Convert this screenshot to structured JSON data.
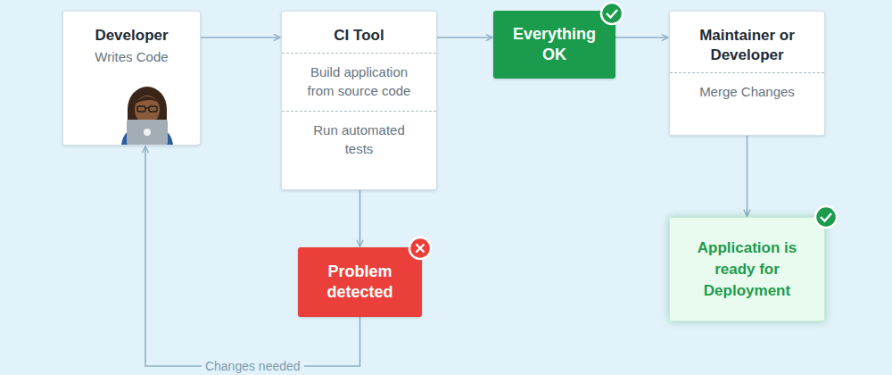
{
  "diagram": {
    "nodes": [
      {
        "text": [
          "Developer",
          "Writes Code"
        ]
      },
      {
        "text": [
          "CI Tool",
          "Build application from source code",
          "Run automated tests"
        ]
      },
      {
        "text": [
          "Everything OK"
        ]
      },
      {
        "text": [
          "Maintainer or Developer",
          "Merge Changes"
        ]
      },
      {
        "text": [
          "Problem detected"
        ]
      },
      {
        "text": [
          "Application is ready for Deployment"
        ]
      }
    ],
    "edges": [
      {
        "from": 0,
        "to": 1,
        "arrow": "to"
      },
      {
        "from": 1,
        "to": 2,
        "arrow": "to"
      },
      {
        "from": 2,
        "to": 3,
        "arrow": "to"
      },
      {
        "from": 3,
        "to": 5,
        "arrow": "to"
      },
      {
        "from": 1,
        "to": 4,
        "arrow": "to"
      },
      {
        "from": 4,
        "to": 0,
        "label": "Changes needed",
        "arrow": "to"
      }
    ]
  }
}
